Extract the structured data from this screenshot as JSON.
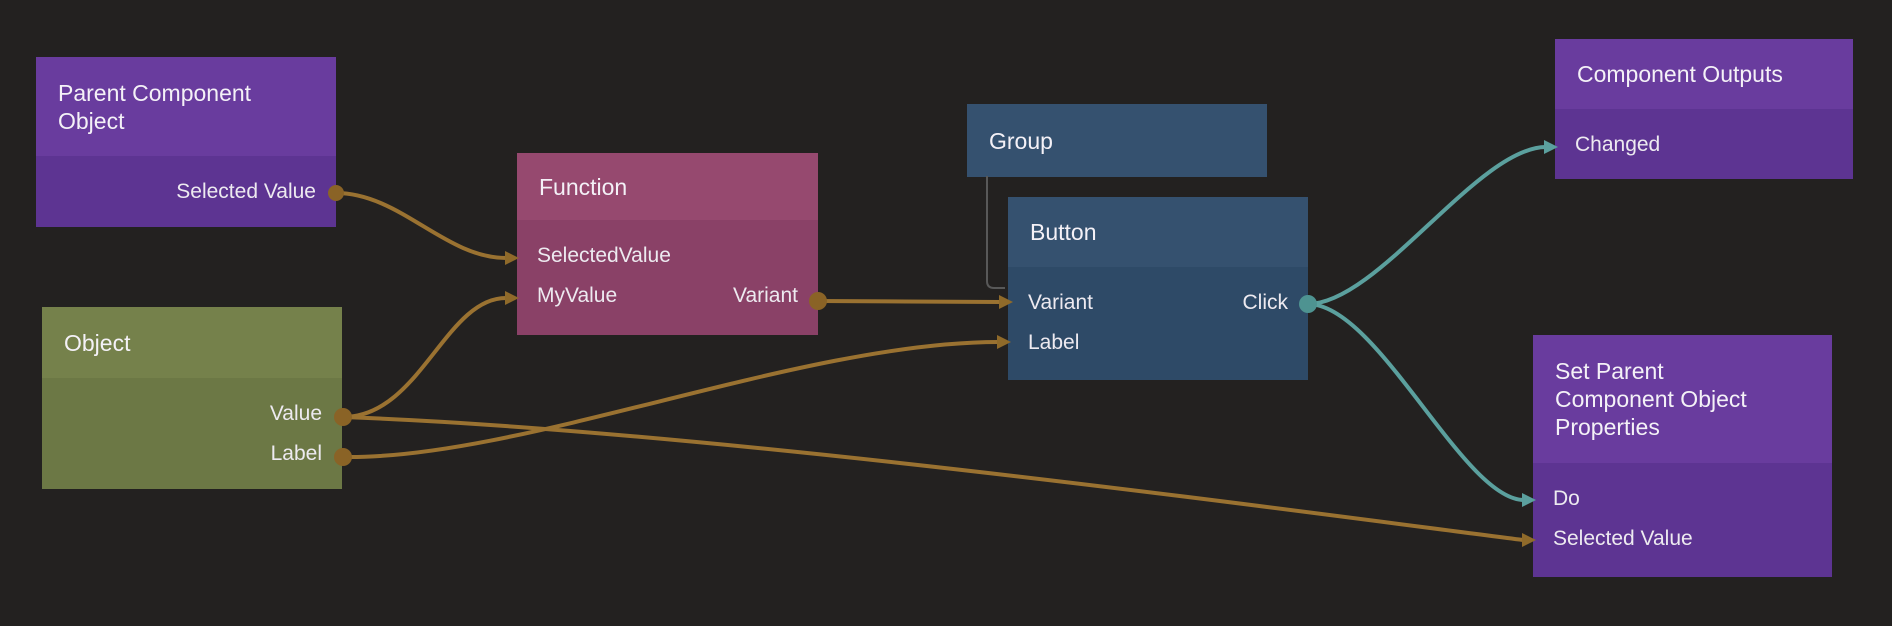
{
  "app": "visual-node-editor-canvas",
  "colors": {
    "background": "#232120",
    "purple_header": "#693c9e",
    "purple_body": "#5d3492",
    "green_header": "#75814b",
    "green_body": "#6c7845",
    "pink_header": "#96496f",
    "pink_body": "#8a4167",
    "blue_header": "#35516f",
    "blue_body": "#2e4a67",
    "data_wire": "#9a7231",
    "data_port_dot": "#8a6326",
    "signal_wire": "#5ba09e",
    "signal_port_dot": "#4e9391",
    "child_connector": "#585858",
    "title_text": "#f4f1f7",
    "port_text": "#edeaf0"
  },
  "nodes": {
    "parent_component_object": {
      "title": "Parent Component\nObject",
      "outputs": [
        {
          "label": "Selected Value",
          "kind": "data"
        }
      ]
    },
    "object": {
      "title": "Object",
      "outputs": [
        {
          "label": "Value",
          "kind": "data"
        },
        {
          "label": "Label",
          "kind": "data"
        }
      ]
    },
    "function": {
      "title": "Function",
      "inputs": [
        {
          "label": "SelectedValue",
          "kind": "data"
        },
        {
          "label": "MyValue",
          "kind": "data"
        }
      ],
      "outputs": [
        {
          "label": "Variant",
          "kind": "data"
        }
      ]
    },
    "group": {
      "title": "Group"
    },
    "button": {
      "title": "Button",
      "inputs": [
        {
          "label": "Variant",
          "kind": "data"
        },
        {
          "label": "Label",
          "kind": "data"
        }
      ],
      "outputs": [
        {
          "label": "Click",
          "kind": "signal"
        }
      ]
    },
    "component_outputs": {
      "title": "Component Outputs",
      "inputs": [
        {
          "label": "Changed",
          "kind": "signal"
        }
      ]
    },
    "set_parent_component_object_properties": {
      "title": "Set Parent\nComponent Object\nProperties",
      "inputs": [
        {
          "label": "Do",
          "kind": "signal"
        },
        {
          "label": "Selected Value",
          "kind": "data"
        }
      ]
    }
  },
  "connections": [
    {
      "from": "Parent Component Object.Selected Value",
      "to": "Function.SelectedValue",
      "type": "data"
    },
    {
      "from": "Object.Value",
      "to": "Function.MyValue",
      "type": "data"
    },
    {
      "from": "Object.Value",
      "to": "Set Parent Component Object Properties.Selected Value",
      "type": "data"
    },
    {
      "from": "Object.Label",
      "to": "Button.Label",
      "type": "data"
    },
    {
      "from": "Function.Variant",
      "to": "Button.Variant",
      "type": "data"
    },
    {
      "from": "Button.Click",
      "to": "Component Outputs.Changed",
      "type": "signal"
    },
    {
      "from": "Button.Click",
      "to": "Set Parent Component Object Properties.Do",
      "type": "signal"
    },
    {
      "from": "Group",
      "to": "Button",
      "type": "parent-child"
    }
  ]
}
